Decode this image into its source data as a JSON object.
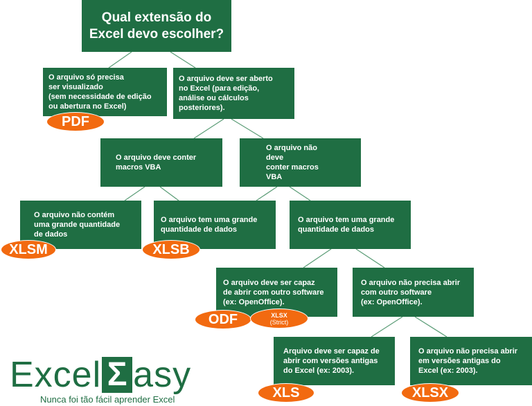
{
  "colors": {
    "box_bg": "#1f6e43",
    "box_text": "#ffffff",
    "badge_bg": "#f26a10",
    "connector": "#5f9f7a",
    "logo": "#1f6e43"
  },
  "title": "Qual extensão do\nExcel devo escolher?",
  "nodes": {
    "view_only": "O arquivo só precisa\nser visualizado\n(sem necessidade de edição\nou abertura no Excel)",
    "open_in_excel": "O arquivo deve ser aberto\nno Excel (para edição,\nanálise ou cálculos\nposteriores).",
    "has_macros": "O arquivo deve conter\nmacros VBA",
    "no_macros": "O arquivo não deve\nconter macros VBA",
    "macros_small_data": "O arquivo não contém\numa grande quantidade\nde dados",
    "macros_large_data": "O arquivo tem uma grande\nquantidade de dados",
    "nomacros_large_data": "O arquivo tem uma grande\nquantidade de dados",
    "other_software": "O arquivo deve ser capaz\nde abrir com outro software\n(ex: OpenOffice).",
    "no_other_software": "O arquivo não precisa abrir\ncom outro software\n(ex: OpenOffice).",
    "old_versions": "Arquivo deve ser capaz de\nabrir com versões antigas\ndo Excel (ex: 2003).",
    "no_old_versions": "O arquivo não precisa abrir\nem versões antigas do\nExcel (ex: 2003)."
  },
  "badges": {
    "pdf": "PDF",
    "xlsm": "XLSM",
    "xlsb": "XLSB",
    "odf": "ODF",
    "xlsx_strict_line1": "XLSX",
    "xlsx_strict_line2": "(Strict)",
    "xls": "XLS",
    "xlsx": "XLSX"
  },
  "logo": {
    "word_left": "Excel",
    "sigma": "Σ",
    "word_right": "asy",
    "tagline": "Nunca foi tão fácil aprender Excel"
  }
}
